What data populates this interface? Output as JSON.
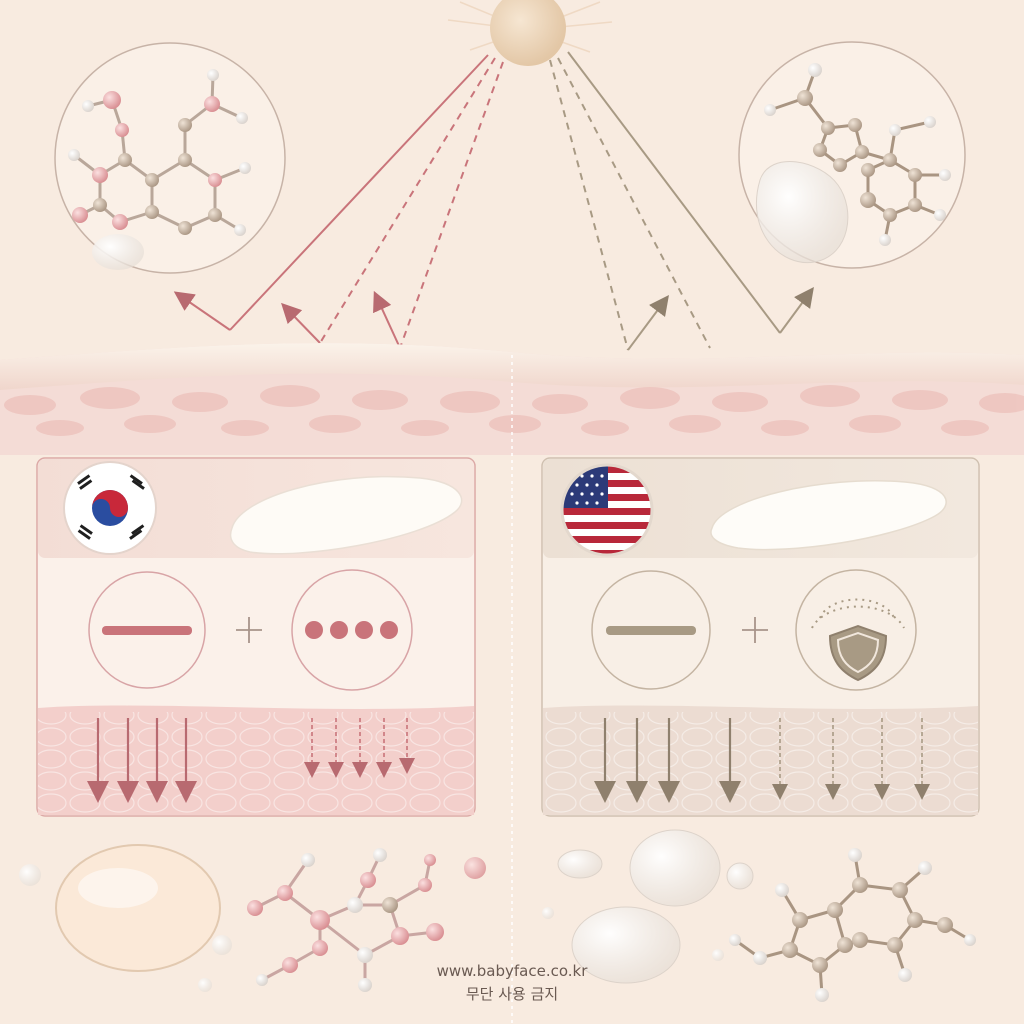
{
  "footer": {
    "watermark_url": "www.babyface.co.kr",
    "watermark_note": "무단 사용 금지"
  },
  "colors": {
    "background": "#f8ebe0",
    "korea_accent": "#c9747a",
    "us_accent": "#a89a84",
    "skin_layer": "#f1cfc9",
    "sun": "#ecd6bd"
  },
  "panels": {
    "left": {
      "flag": "south-korea-flag",
      "ingredient_a": "minus-line-icon",
      "ingredient_b": "four-dots-icon"
    },
    "right": {
      "flag": "united-states-flag",
      "ingredient_a": "minus-line-icon",
      "ingredient_b": "shield-icon"
    }
  },
  "icons": [
    "sun-icon",
    "molecule-icon",
    "droplet-icon",
    "cream-swatch-icon",
    "plus-icon",
    "down-arrow-icon"
  ]
}
